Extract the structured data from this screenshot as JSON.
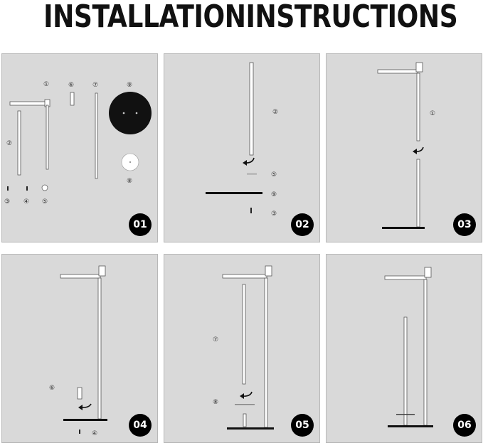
{
  "title": "INSTALLATIONINSTRUCTIONS",
  "steps": [
    {
      "badge": "01",
      "labels": [
        "①",
        "②",
        "③",
        "④",
        "⑤",
        "⑥",
        "⑦",
        "⑧",
        "⑨"
      ]
    },
    {
      "badge": "02",
      "labels": [
        "②",
        "⑤",
        "⑨",
        "③"
      ]
    },
    {
      "badge": "03",
      "labels": [
        "①"
      ]
    },
    {
      "badge": "04",
      "labels": [
        "⑥",
        "④"
      ]
    },
    {
      "badge": "05",
      "labels": [
        "⑦",
        "⑧"
      ]
    },
    {
      "badge": "06",
      "labels": []
    }
  ]
}
